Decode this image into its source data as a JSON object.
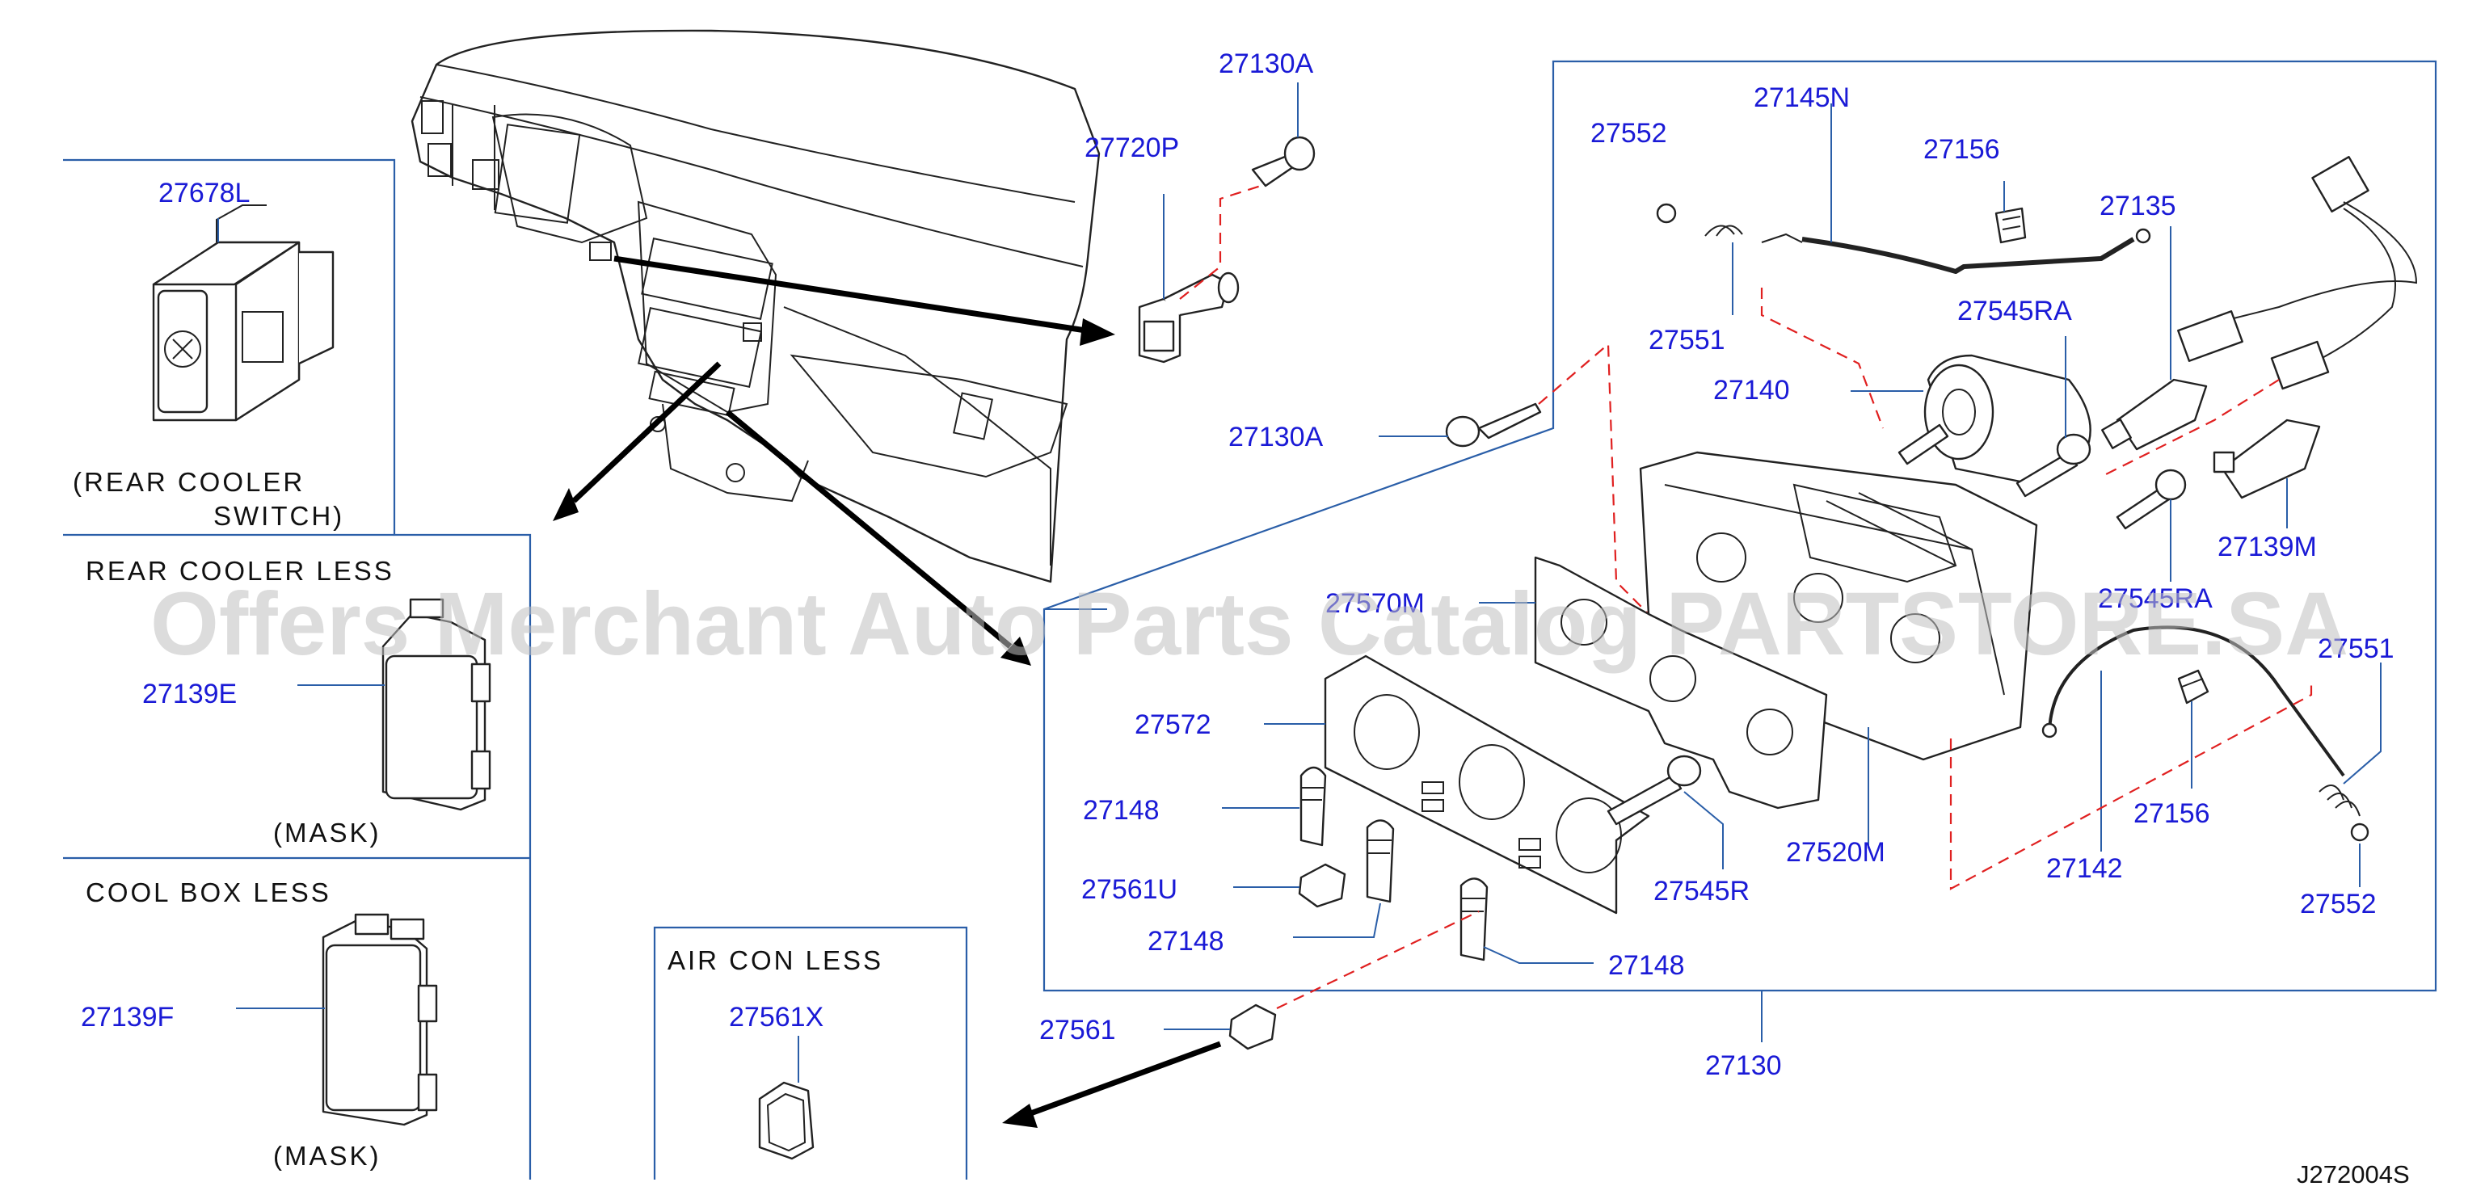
{
  "watermark": "Offers Merchant Auto Parts Catalog PARTSTORE.SA",
  "diagram_code": "J272004S",
  "colors": {
    "label": "#1a1ad6",
    "frame": "#2a5ea8",
    "dashed_link": "#e02020",
    "line_art": "#222222"
  },
  "captions": {
    "rear_cooler_switch_1": "(REAR  COOLER",
    "rear_cooler_switch_2": "SWITCH)",
    "rear_cooler_less": "REAR  COOLER  LESS",
    "mask_1": "(MASK)",
    "cool_box_less": "COOL  BOX  LESS",
    "mask_2": "(MASK)",
    "air_con_less": "AIR  CON  LESS"
  },
  "labels": {
    "p27678L": "27678L",
    "p27139E": "27139E",
    "p27139F": "27139F",
    "p27561X": "27561X",
    "p27130A_top": "27130A",
    "p27720P": "27720P",
    "p27130A_mid": "27130A",
    "p27552_top": "27552",
    "p27145N": "27145N",
    "p27156_top": "27156",
    "p27135": "27135",
    "p27551_top": "27551",
    "p27545RA_top": "27545RA",
    "p27140": "27140",
    "p27139M": "27139M",
    "p27570M": "27570M",
    "p27545RA_mid": "27545RA",
    "p27551_right": "27551",
    "p27572": "27572",
    "p27148_a": "27148",
    "p27561U": "27561U",
    "p27148_b": "27148",
    "p27148_c": "27148",
    "p27545R": "27545R",
    "p27520M": "27520M",
    "p27142": "27142",
    "p27156_low": "27156",
    "p27552_low": "27552",
    "p27561": "27561",
    "p27130": "27130"
  }
}
